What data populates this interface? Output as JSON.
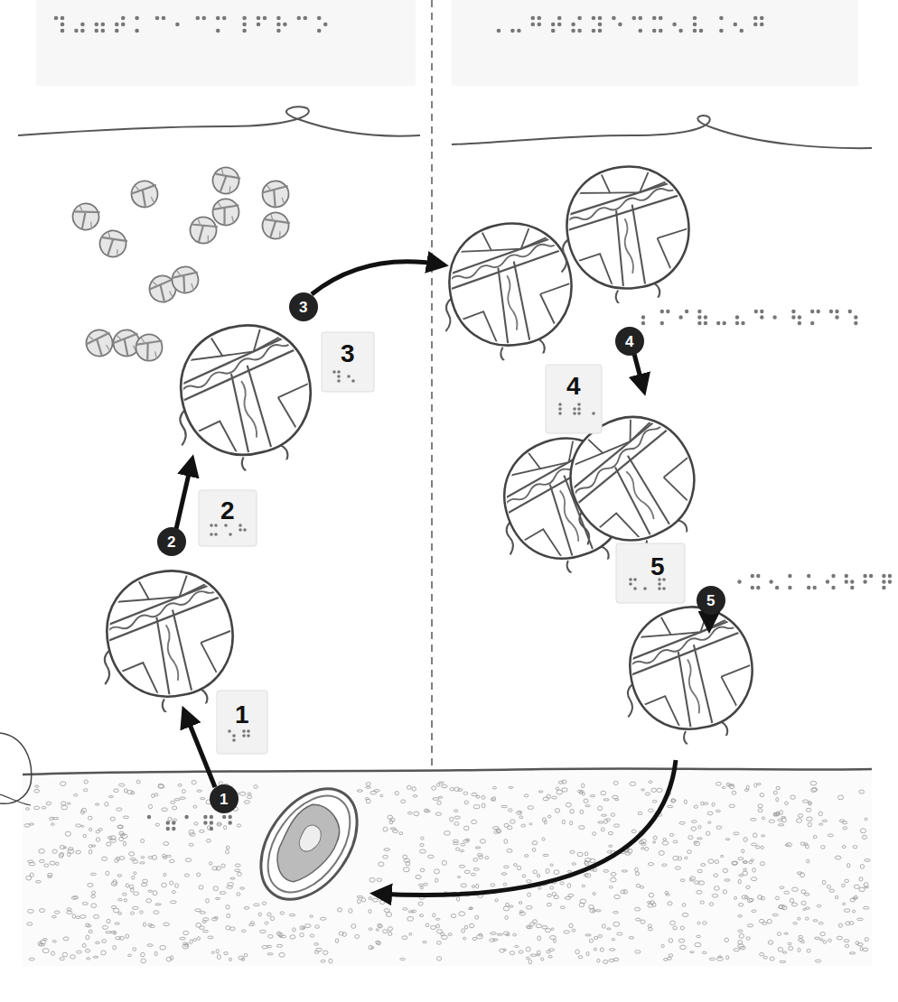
{
  "diagram": {
    "labels": [
      "1",
      "1",
      "2",
      "2",
      "3",
      "3",
      "4",
      "4",
      "5",
      "5"
    ]
  }
}
